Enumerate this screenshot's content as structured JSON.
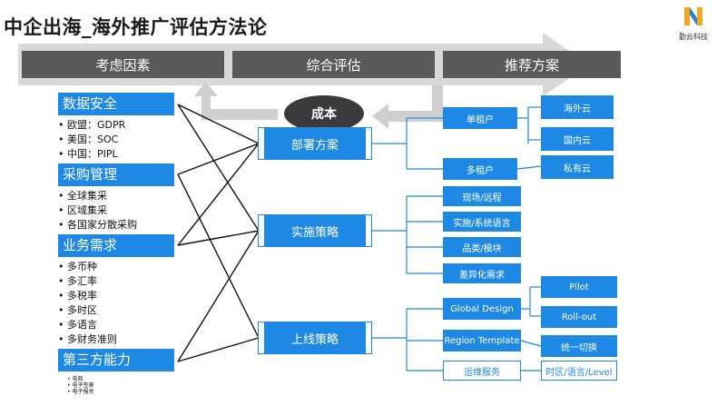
{
  "title": "中企出海_海外推广评估方法论",
  "logo": {
    "brand": "勤云科技"
  },
  "headers": [
    "考虑因素",
    "综合评估",
    "推荐方案"
  ],
  "cost": "成本",
  "categories": [
    {
      "label": "数据安全",
      "items": [
        "欧盟：GDPR",
        "美国：SOC",
        "中国：PIPL"
      ]
    },
    {
      "label": "采购管理",
      "items": [
        "全球集采",
        "区域集采",
        "各国家分散采购"
      ]
    },
    {
      "label": "业务需求",
      "items": [
        "多币种",
        "多汇率",
        "多税率",
        "多时区",
        "多语言",
        "多财务准则"
      ]
    },
    {
      "label": "第三方能力",
      "items": [
        "电商",
        "电子签章",
        "电子报关"
      ]
    }
  ],
  "middle": [
    "部署方案",
    "实施策略",
    "上线策略"
  ],
  "deploy": {
    "single": "单租户",
    "multi": "多租户",
    "clouds": [
      "海外云",
      "国内云",
      "私有云"
    ]
  },
  "impl": [
    "现场/远程",
    "实施/系统语言",
    "品类/模块",
    "差异化需求"
  ],
  "launch": {
    "global": "Global Design",
    "region": "Region Template",
    "ops": "运维服务",
    "right": [
      "Pilot",
      "Roll-out",
      "统一切换"
    ],
    "ops_right": "时区/语言/Level"
  }
}
